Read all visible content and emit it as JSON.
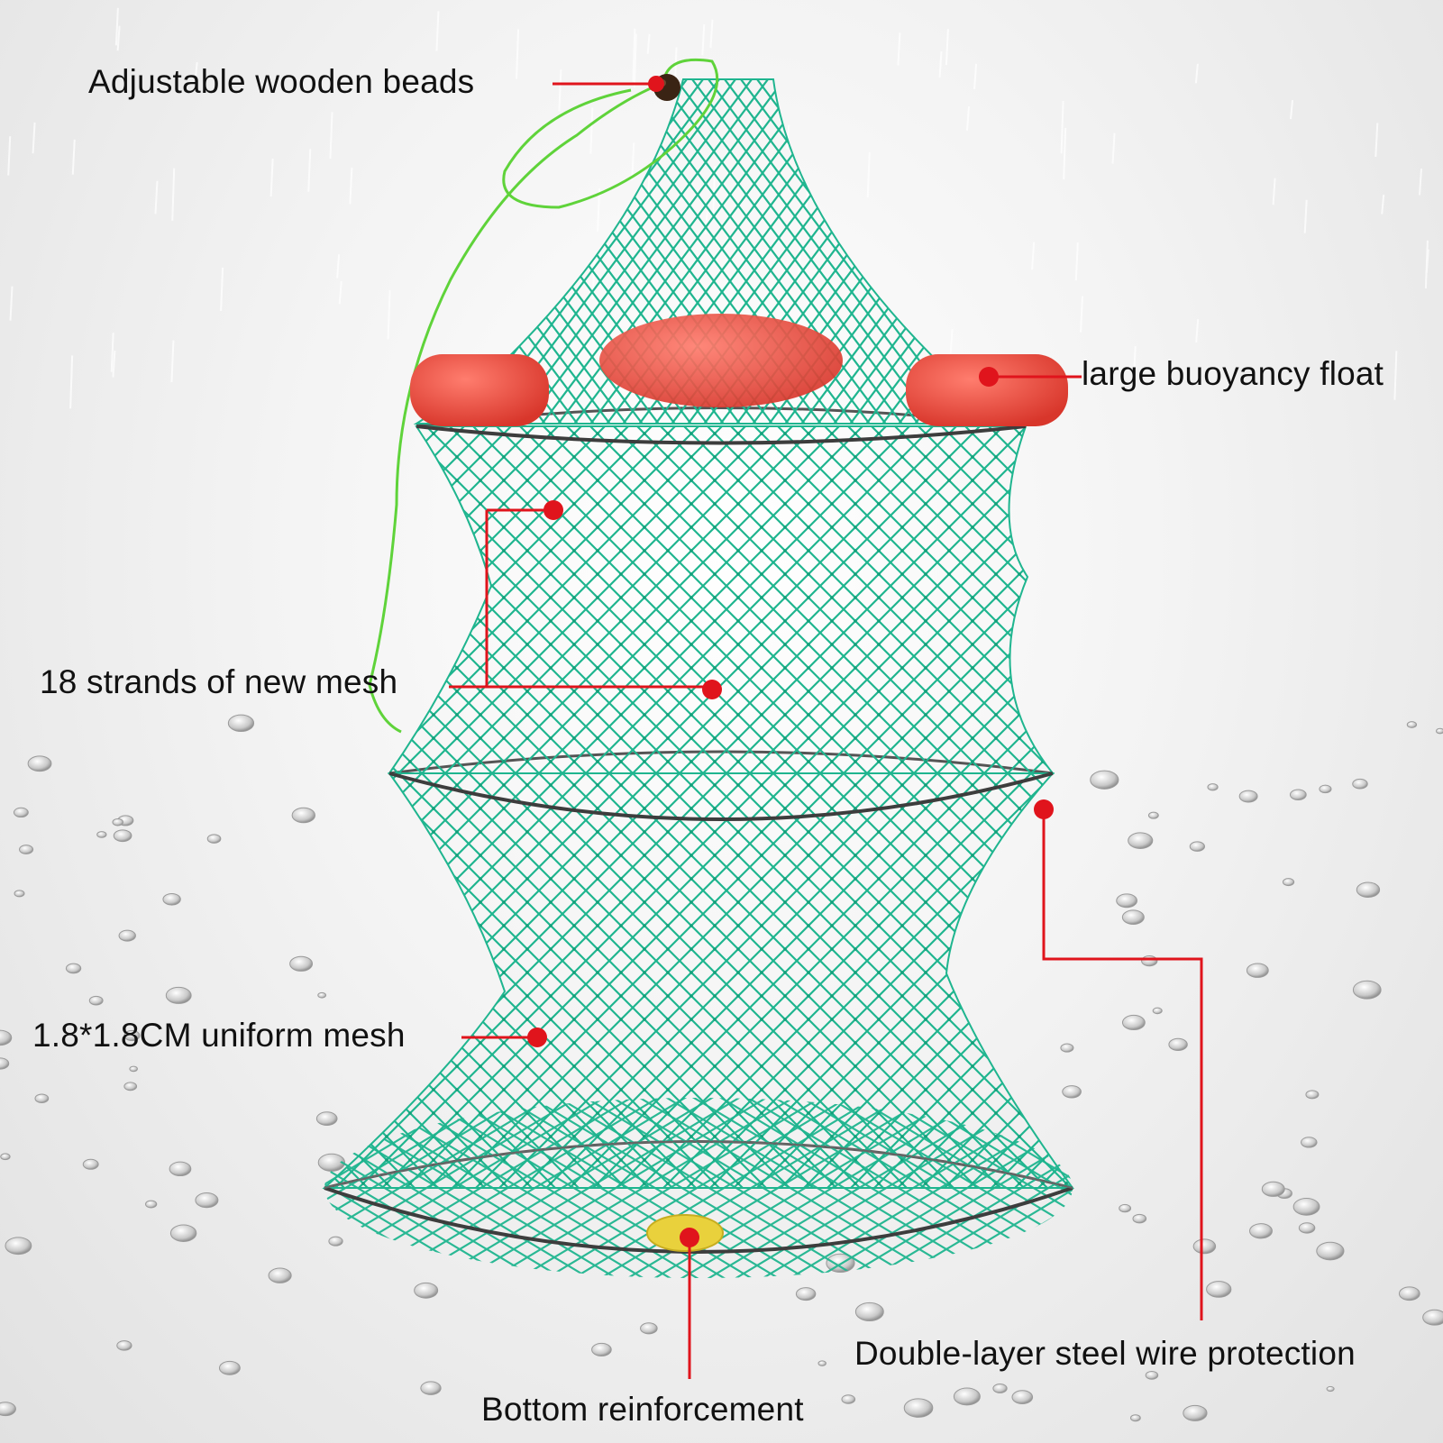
{
  "labels": {
    "beads": "Adjustable wooden beads",
    "float": "large buoyancy float",
    "strands": "18 strands of new mesh",
    "mesh_size": "1.8*1.8CM uniform mesh",
    "wire": "Double-layer steel wire protection",
    "bottom": "Bottom reinforcement"
  },
  "colors": {
    "callout": "#e0141c",
    "net": "#1fb58f",
    "float": "#e8473a",
    "bead": "#3a2414",
    "cord": "#5fd33a",
    "wire": "#444444",
    "bottom_pad": "#e9d13c",
    "text": "#111111"
  }
}
